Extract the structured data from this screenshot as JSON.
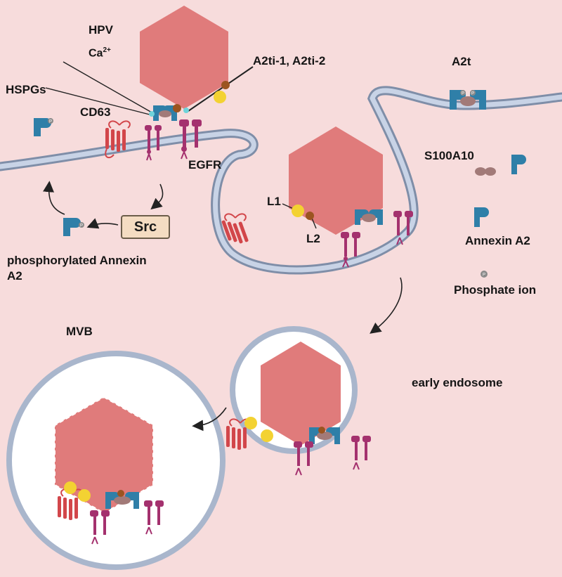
{
  "labels": {
    "hpv": "HPV",
    "ca_base": "Ca",
    "ca_sup": "2+",
    "hspgs": "HSPGs",
    "cd63": "CD63",
    "egfr": "EGFR",
    "a2ti": "A2ti-1, A2ti-2",
    "a2t": "A2t",
    "s100a10": "S100A10",
    "annexin_a2": "Annexin A2",
    "phosphate_ion": "Phosphate ion",
    "l1": "L1",
    "l2": "L2",
    "src": "Src",
    "phospho_annexin_line1": "phosphorylated Annexin",
    "phospho_annexin_line2": "A2",
    "mvb": "MVB",
    "early_endosome": "early endosome"
  },
  "icon_text": {
    "phosphate": "P"
  },
  "colors": {
    "background": "#f7dcdc",
    "membrane": "#a9b6cc",
    "membrane_edge": "#7f8ea8",
    "capsid": "#e07b7b",
    "annexin": "#2f7fa8",
    "s100a10": "#a27a78",
    "l1": "#f3d232",
    "l2": "#9b5420",
    "cd63": "#d2464a",
    "egfr": "#a4316e",
    "phosphate": "#8a8a8a"
  }
}
